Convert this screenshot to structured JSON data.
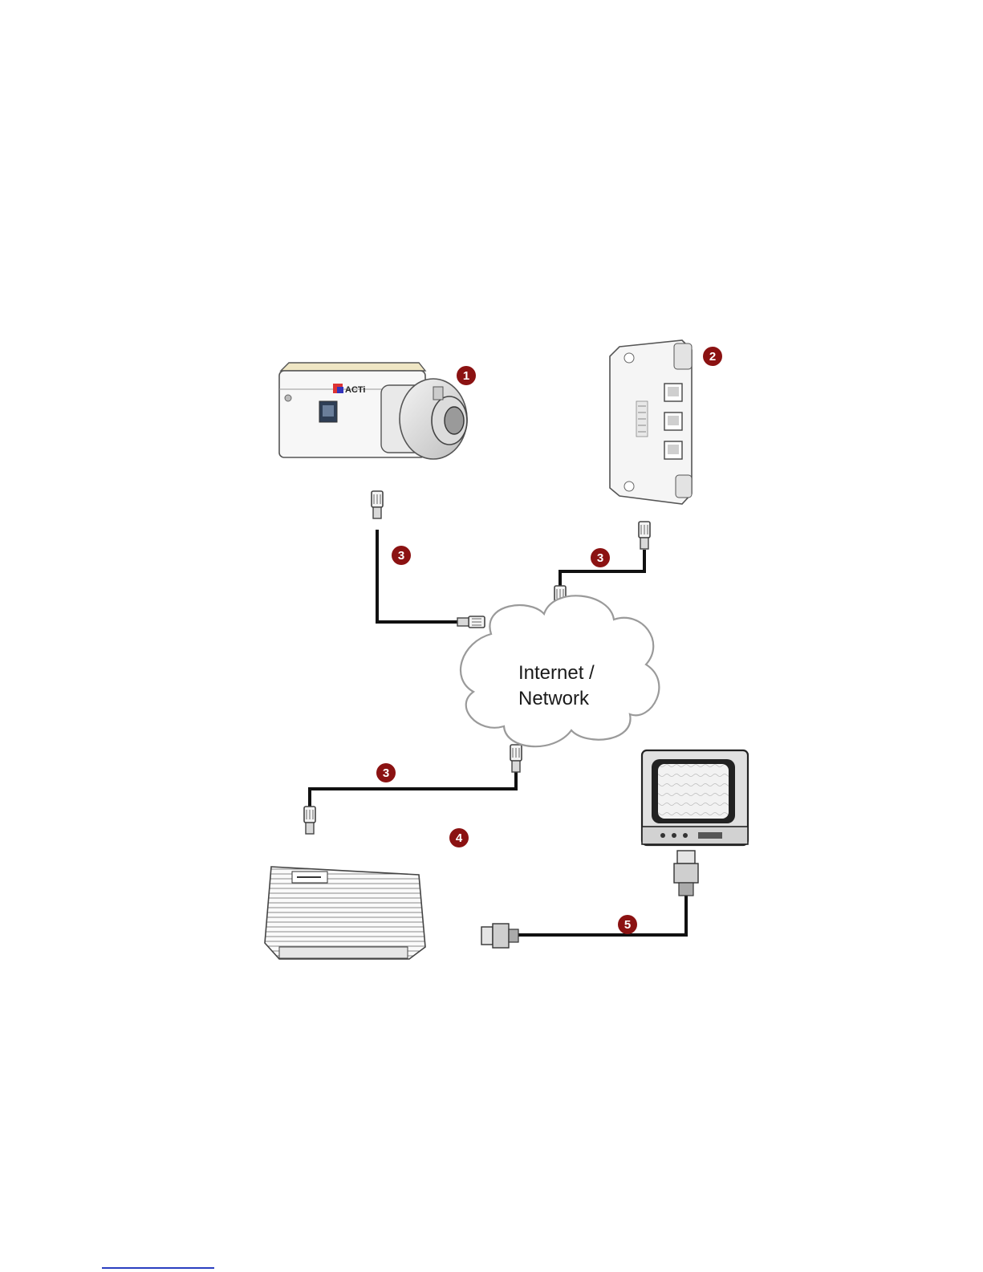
{
  "cloud": {
    "line1": "Internet /",
    "line2": "Network"
  },
  "badges": {
    "camera": "1",
    "poe_injector": "2",
    "cable_camera": "3",
    "cable_injector": "3",
    "cable_decoder": "3",
    "decoder": "4",
    "video_cable": "5"
  },
  "camera_logo": "ACTi",
  "colors": {
    "badge": "#8b1212",
    "cable": "#111111",
    "cloud_stroke": "#9a9a9a"
  }
}
